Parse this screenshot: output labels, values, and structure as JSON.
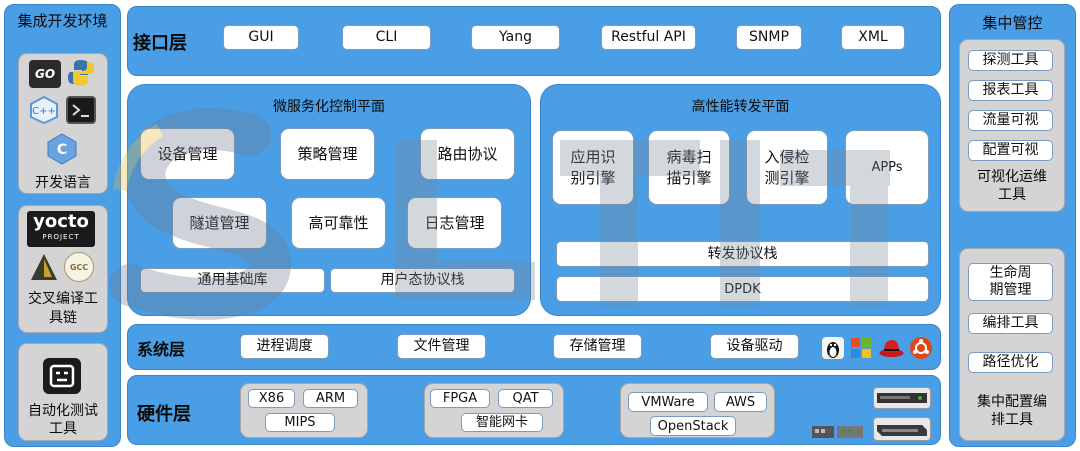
{
  "left": {
    "title": "集成开发环境",
    "languages": {
      "label": "开发语言",
      "icons": [
        "go-icon",
        "python-icon",
        "cpp-icon",
        "terminal-icon",
        "c-icon"
      ]
    },
    "toolchain": {
      "label": "交叉编译工具链",
      "yocto_main": "yocto",
      "yocto_sub": "PROJECT",
      "icons": [
        "triangle-logo-icon",
        "gcc-icon"
      ],
      "gcc": "GCC"
    },
    "autotest": {
      "label": "自动化测试工具",
      "icons": [
        "robot-icon"
      ]
    }
  },
  "interface": {
    "label": "接口层",
    "items": [
      "GUI",
      "CLI",
      "Yang",
      "Restful API",
      "SNMP",
      "XML"
    ]
  },
  "control": {
    "title": "微服务化控制平面",
    "modules": [
      "设备管理",
      "策略管理",
      "路由协议",
      "隧道管理",
      "高可靠性",
      "日志管理"
    ],
    "lib1": "通用基础库",
    "lib2": "用户态协议栈"
  },
  "forward": {
    "title": "高性能转发平面",
    "engines": [
      "应用识别引擎",
      "病毒扫描引擎",
      "入侵检测引擎",
      "APPs"
    ],
    "stack": "转发协议栈",
    "dpdk": "DPDK"
  },
  "system": {
    "label": "系统层",
    "items": [
      "进程调度",
      "文件管理",
      "存储管理",
      "设备驱动"
    ],
    "os_icons": [
      "linux-icon",
      "windows-icon",
      "redhat-icon",
      "ubuntu-icon"
    ]
  },
  "hardware": {
    "label": "硬件层",
    "cpu": [
      "X86",
      "ARM",
      "MIPS"
    ],
    "accel": [
      "FPGA",
      "QAT",
      "智能网卡"
    ],
    "cloud": [
      "VMWare",
      "AWS",
      "OpenStack"
    ],
    "devices": [
      "server-icon",
      "switch-icon",
      "appliance-icon"
    ]
  },
  "right": {
    "title": "集中管控",
    "viz": {
      "items": [
        "探测工具",
        "报表工具",
        "流量可视",
        "配置可视"
      ],
      "label": "可视化运维工具"
    },
    "orch": {
      "items": [
        "生命周期管理",
        "编排工具",
        "路径优化"
      ],
      "label": "集中配置编排工具"
    }
  },
  "colors": {
    "panel": "#4a9ee6",
    "inner": "#d4d4d4",
    "box": "#ffffff",
    "watermark": "#b0bcc8"
  }
}
